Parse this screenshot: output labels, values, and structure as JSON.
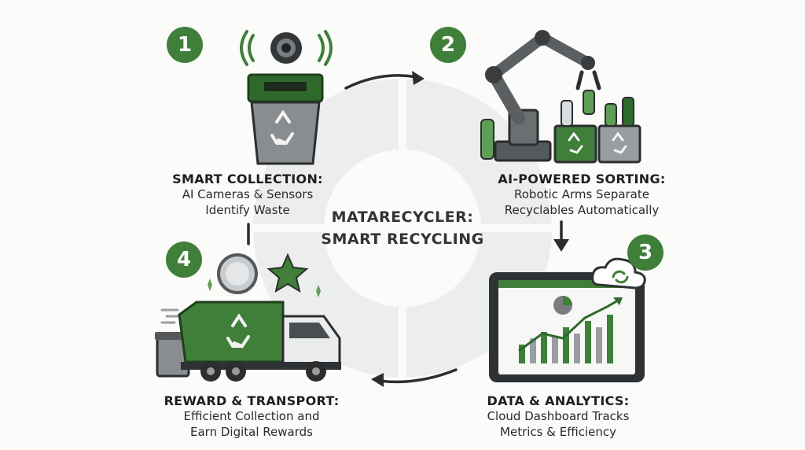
{
  "center": {
    "title_line1": "MATARECYCLER:",
    "title_line2": "SMART RECYCLING"
  },
  "steps": [
    {
      "number": "1",
      "title": "SMART COLLECTION:",
      "line1": "AI Cameras & Sensors",
      "line2": "Identify Waste",
      "icon": "smart-bin-camera-icon"
    },
    {
      "number": "2",
      "title": "AI-POWERED SORTING:",
      "line1": "Robotic Arms Separate",
      "line2": "Recyclables Automatically",
      "icon": "robotic-arm-icon"
    },
    {
      "number": "3",
      "title": "DATA & ANALYTICS:",
      "line1": "Cloud Dashboard Tracks",
      "line2": "Metrics & Efficiency",
      "icon": "tablet-dashboard-icon"
    },
    {
      "number": "4",
      "title": "REWARD & TRANSPORT:",
      "line1": "Efficient Collection and",
      "line2": "Earn Digital Rewards",
      "icon": "garbage-truck-icon"
    }
  ],
  "colors": {
    "accent": "#3f7f3a",
    "dark_green": "#2f6a2c",
    "light_green": "#5f9f55",
    "gray": "#7a7d80",
    "dark_gray": "#333638"
  }
}
